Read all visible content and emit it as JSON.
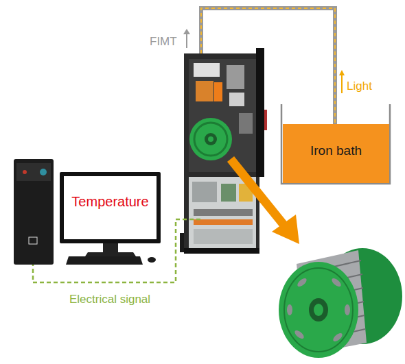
{
  "diagram": {
    "nodes": [
      {
        "text": [
          "Iron bath"
        ]
      },
      {
        "text": [
          "Temperature"
        ]
      }
    ],
    "labels": [
      "FIMT",
      "Light",
      "Electrical signal"
    ]
  }
}
